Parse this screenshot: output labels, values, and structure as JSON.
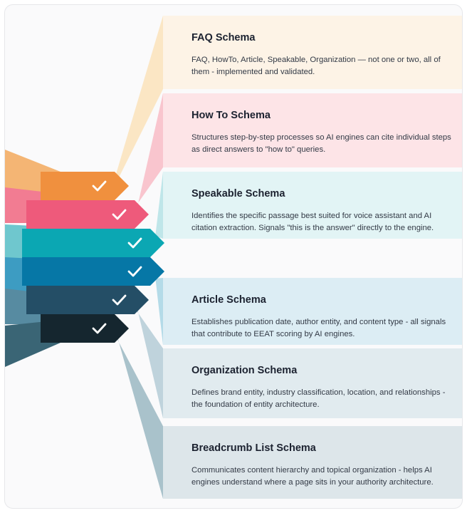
{
  "items": [
    {
      "title": "FAQ Schema",
      "desc": "FAQ, HowTo, Article, Speakable, Organization — not one or two, all of them - implemented and validated.",
      "band_color": "#f0903e",
      "wing_color": "#f4b574",
      "card_color": "#fdf3e6",
      "ribbon_color": "#fbe6c4"
    },
    {
      "title": "How To Schema",
      "desc": "Structures step-by-step processes so AI engines can cite individual steps as direct answers to \"how to\" queries.",
      "band_color": "#ee5a7b",
      "wing_color": "#f27c92",
      "card_color": "#fde4e7",
      "ribbon_color": "#f9c5ce"
    },
    {
      "title": "Speakable Schema",
      "desc": "Identifies the specific passage best suited for voice assistant and AI citation extraction. Signals \"this is the answer\" directly to the engine.",
      "band_color": "#0ba7b3",
      "wing_color": "#6fc7ce",
      "card_color": "#e2f4f5",
      "ribbon_color": "#bfe6e9"
    },
    {
      "title": "Article Schema",
      "desc": "Establishes publication date, author entity, and content type - all signals that contribute to EEAT scoring by AI engines.",
      "band_color": "#0677a6",
      "wing_color": "#3d9cc2",
      "card_color": "#dcedf4",
      "ribbon_color": "#b4dbe8"
    },
    {
      "title": "Organization Schema",
      "desc": "Defines brand entity, industry classification, location, and relationships - the foundation of entity architecture.",
      "band_color": "#244e66",
      "wing_color": "#578ba1",
      "card_color": "#e1ebef",
      "ribbon_color": "#bfd3dc"
    },
    {
      "title": "Breadcrumb List Schema",
      "desc": "Communicates content hierarchy and topical organization - helps AI engines understand where a page sits in your authority architecture.",
      "band_color": "#15262f",
      "wing_color": "#3a6575",
      "card_color": "#dde6ea",
      "ribbon_color": "#a9c2cb"
    }
  ]
}
